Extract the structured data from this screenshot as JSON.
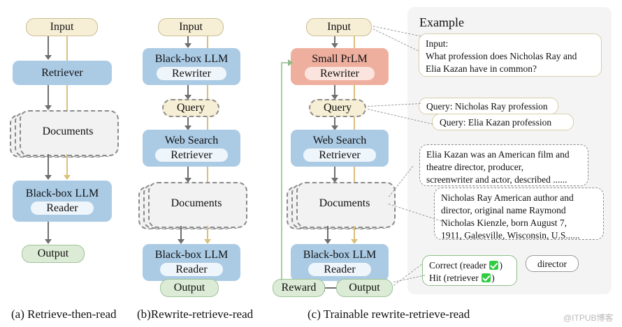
{
  "figure": {
    "watermark": "@ITPUB博客"
  },
  "panels": [
    {
      "id": "a",
      "caption": "(a) Retrieve-then-read",
      "nodes": {
        "input": "Input",
        "retriever": "Retriever",
        "documents": "Documents",
        "reader_title": "Black-box LLM",
        "reader_sub": "Reader",
        "output": "Output"
      }
    },
    {
      "id": "b",
      "caption": "(b)Rewrite-retrieve-read",
      "nodes": {
        "input": "Input",
        "rewriter_title": "Black-box LLM",
        "rewriter_sub": "Rewriter",
        "query": "Query",
        "search_title": "Web Search",
        "search_sub": "Retriever",
        "documents": "Documents",
        "reader_title": "Black-box LLM",
        "reader_sub": "Reader",
        "output": "Output"
      }
    },
    {
      "id": "c",
      "caption": "(c) Trainable rewrite-retrieve-read",
      "nodes": {
        "input": "Input",
        "rewriter_title": "Small PrLM",
        "rewriter_sub": "Rewriter",
        "query": "Query",
        "search_title": "Web Search",
        "search_sub": "Retriever",
        "documents": "Documents",
        "reader_title": "Black-box LLM",
        "reader_sub": "Reader",
        "output": "Output",
        "reward": "Reward"
      }
    }
  ],
  "example": {
    "title": "Example",
    "input_label": "Input:",
    "input_text_line1": "What profession does Nicholas Ray and",
    "input_text_line2": "Elia Kazan have in common?",
    "query1": "Query: Nicholas Ray profession",
    "query2": "Query: Elia Kazan profession",
    "doc1_line1": "Elia Kazan was an American film and",
    "doc1_line2": "theatre director, producer,",
    "doc1_line3": "screenwriter and actor, described  ......",
    "doc2_line1": "Nicholas Ray American author and",
    "doc2_line2": "director, original name Raymond",
    "doc2_line3": "Nicholas Kienzle, born August 7,",
    "doc2_line4": "1911, Galesville, Wisconsin, U.S......",
    "metric1_pre": "Correct (reader ",
    "metric1_post": ")",
    "metric2_pre": "Hit (retriever ",
    "metric2_post": ")",
    "answer": "director"
  },
  "colors": {
    "input_fill": "#f6eed5",
    "blue_fill": "#abcbe5",
    "red_fill": "#efaf9f",
    "green_fill": "#dcebd6",
    "docs_fill": "#f2f2f2",
    "arrow_gray": "#6f6f6f",
    "arrow_gold": "#dbc07a",
    "feedback_green": "#a9cba3",
    "panel_bg": "#f4f4f4",
    "check_green": "#2ecc40"
  }
}
